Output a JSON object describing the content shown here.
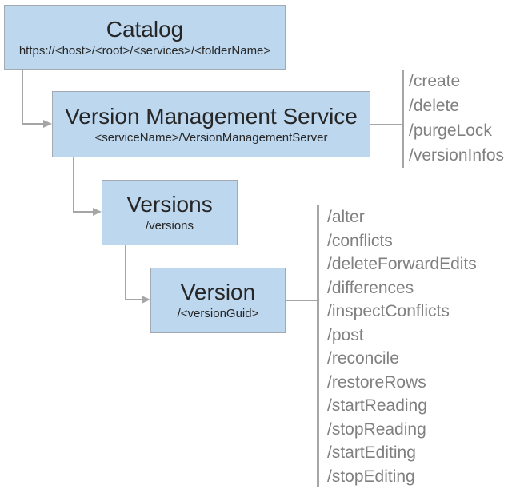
{
  "diagram": {
    "colors": {
      "box_fill": "#bdd7ee",
      "box_border": "#a3a9b0",
      "title_text": "#262626",
      "operations_text": "#808080",
      "connector": "#a6a6a6"
    },
    "nodes": [
      {
        "id": "catalog",
        "title": "Catalog",
        "subtitle": "https://<host>/<root>/<services>/<folderName>"
      },
      {
        "id": "version-management-service",
        "title": "Version Management Service",
        "subtitle": "<serviceName>/VersionManagementServer",
        "operations": [
          "/create",
          "/delete",
          "/purgeLock",
          "/versionInfos"
        ]
      },
      {
        "id": "versions",
        "title": "Versions",
        "subtitle": "/versions"
      },
      {
        "id": "version",
        "title": "Version",
        "subtitle": "/<versionGuid>",
        "operations": [
          "/alter",
          "/conflicts",
          "/deleteForwardEdits",
          "/differences",
          "/inspectConflicts",
          "/post",
          "/reconcile",
          "/restoreRows",
          "/startReading",
          "/stopReading",
          "/startEditing",
          "/stopEditing"
        ]
      }
    ]
  }
}
